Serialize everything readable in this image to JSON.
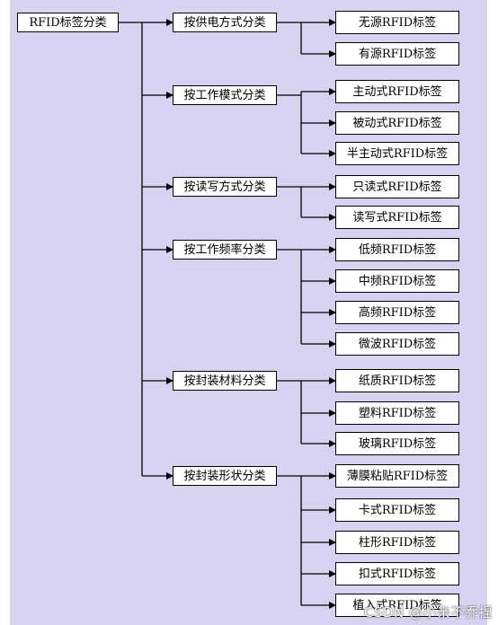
{
  "root": "RFID标签分类",
  "categories": [
    {
      "label": "按供电方式分类",
      "items": [
        "无源RFID标签",
        "有源RFID标签"
      ]
    },
    {
      "label": "按工作模式分类",
      "items": [
        "主动式RFID标签",
        "被动式RFID标签",
        "半主动式RFID标签"
      ]
    },
    {
      "label": "按读写方式分类",
      "items": [
        "只读式RFID标签",
        "读写式RFID标签"
      ]
    },
    {
      "label": "按工作频率分类",
      "items": [
        "低频RFID标签",
        "中频RFID标签",
        "高频RFID标签",
        "微波RFID标签"
      ]
    },
    {
      "label": "按封装材料分类",
      "items": [
        "纸质RFID标签",
        "塑料RFID标签",
        "玻璃RFID标签"
      ]
    },
    {
      "label": "按封装形状分类",
      "items": [
        "薄膜粘贴RFID标签",
        "卡式RFID标签",
        "柱形RFID标签",
        "扣式RFID标签",
        "植入式RFID标签"
      ]
    }
  ],
  "watermark": "CSDN @小亲不乔捏"
}
